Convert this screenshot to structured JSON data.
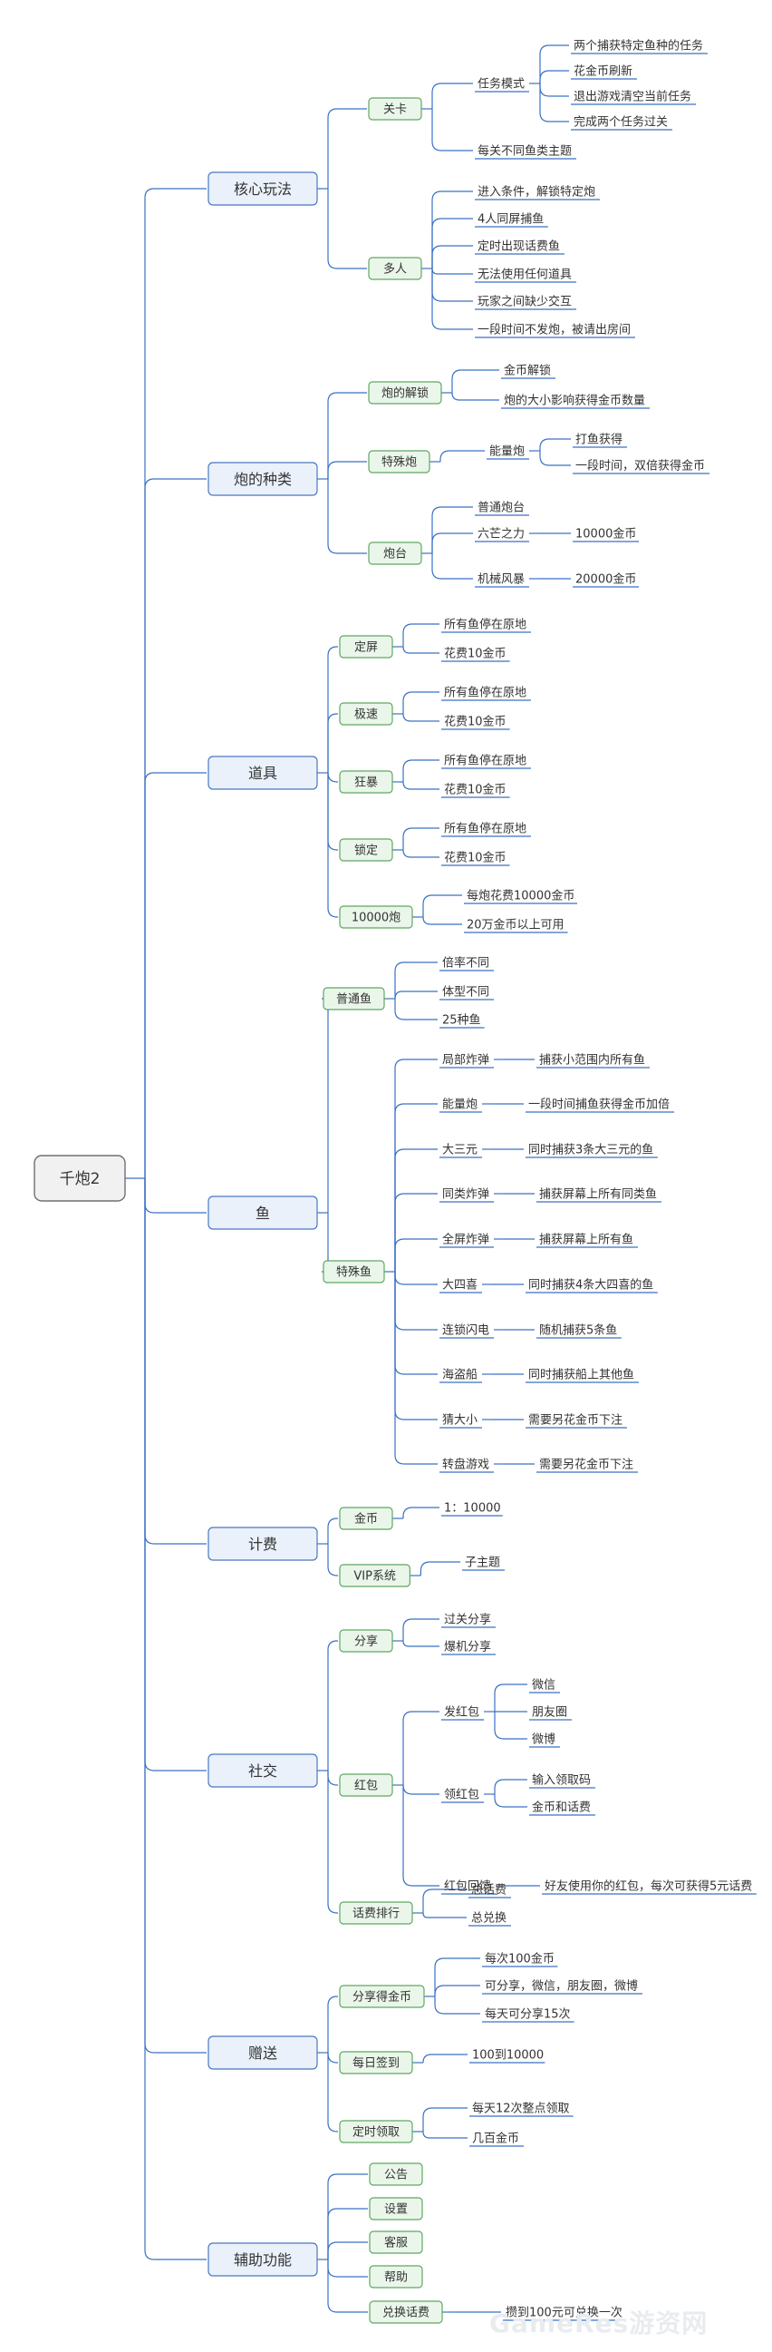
{
  "colors": {
    "line": "#3a72c4",
    "l1_fill": "#eaf1fb",
    "l1_border": "#4a78c0",
    "l2_fill": "#eaf6ea",
    "l2_border": "#5fa862",
    "root_fill": "#f1f1f1",
    "root_border": "#707070",
    "text": "#333333"
  },
  "watermark": "GameRes游资网",
  "root": {
    "label": "千炮2",
    "children": [
      {
        "label": "核心玩法",
        "children": [
          {
            "label": "关卡",
            "children": [
              {
                "label": "任务模式",
                "children": [
                  {
                    "label": "两个捕获特定鱼种的任务"
                  },
                  {
                    "label": "花金币刷新"
                  },
                  {
                    "label": "退出游戏清空当前任务"
                  },
                  {
                    "label": "完成两个任务过关"
                  }
                ]
              },
              {
                "label": "每关不同鱼类主题"
              }
            ]
          },
          {
            "label": "多人",
            "children": [
              {
                "label": "进入条件，解锁特定炮"
              },
              {
                "label": "4人同屏捕鱼"
              },
              {
                "label": "定时出现话费鱼"
              },
              {
                "label": "无法使用任何道具"
              },
              {
                "label": "玩家之间缺少交互"
              },
              {
                "label": "一段时间不发炮，被请出房间"
              }
            ]
          }
        ]
      },
      {
        "label": "炮的种类",
        "children": [
          {
            "label": "炮的解锁",
            "children": [
              {
                "label": "金币解锁"
              },
              {
                "label": "炮的大小影响获得金币数量"
              }
            ]
          },
          {
            "label": "特殊炮",
            "children": [
              {
                "label": "能量炮",
                "children": [
                  {
                    "label": "打鱼获得"
                  },
                  {
                    "label": "一段时间，双倍获得金币"
                  }
                ]
              }
            ]
          },
          {
            "label": "炮台",
            "children": [
              {
                "label": "普通炮台"
              },
              {
                "label": "六芒之力",
                "children": [
                  {
                    "label": "10000金币"
                  }
                ]
              },
              {
                "label": "机械风暴",
                "children": [
                  {
                    "label": "20000金币"
                  }
                ]
              }
            ]
          }
        ]
      },
      {
        "label": "道具",
        "children": [
          {
            "label": "定屏",
            "children": [
              {
                "label": "所有鱼停在原地"
              },
              {
                "label": "花费10金币"
              }
            ]
          },
          {
            "label": "极速",
            "children": [
              {
                "label": "所有鱼停在原地"
              },
              {
                "label": "花费10金币"
              }
            ]
          },
          {
            "label": "狂暴",
            "children": [
              {
                "label": "所有鱼停在原地"
              },
              {
                "label": "花费10金币"
              }
            ]
          },
          {
            "label": "锁定",
            "children": [
              {
                "label": "所有鱼停在原地"
              },
              {
                "label": "花费10金币"
              }
            ]
          },
          {
            "label": "10000炮",
            "children": [
              {
                "label": "每炮花费10000金币"
              },
              {
                "label": "20万金币以上可用"
              }
            ]
          }
        ]
      },
      {
        "label": "鱼",
        "children": [
          {
            "label": "普通鱼",
            "children": [
              {
                "label": "倍率不同"
              },
              {
                "label": "体型不同"
              },
              {
                "label": "25种鱼"
              }
            ]
          },
          {
            "label": "特殊鱼",
            "children": [
              {
                "label": "局部炸弹",
                "children": [
                  {
                    "label": "捕获小范围内所有鱼"
                  }
                ]
              },
              {
                "label": "能量炮",
                "children": [
                  {
                    "label": "一段时间捕鱼获得金币加倍"
                  }
                ]
              },
              {
                "label": "大三元",
                "children": [
                  {
                    "label": "同时捕获3条大三元的鱼"
                  }
                ]
              },
              {
                "label": "同类炸弹",
                "children": [
                  {
                    "label": "捕获屏幕上所有同类鱼"
                  }
                ]
              },
              {
                "label": "全屏炸弹",
                "children": [
                  {
                    "label": "捕获屏幕上所有鱼"
                  }
                ]
              },
              {
                "label": "大四喜",
                "children": [
                  {
                    "label": "同时捕获4条大四喜的鱼"
                  }
                ]
              },
              {
                "label": "连锁闪电",
                "children": [
                  {
                    "label": "随机捕获5条鱼"
                  }
                ]
              },
              {
                "label": "海盗船",
                "children": [
                  {
                    "label": "同时捕获船上其他鱼"
                  }
                ]
              },
              {
                "label": "猜大小",
                "children": [
                  {
                    "label": "需要另花金币下注"
                  }
                ]
              },
              {
                "label": "转盘游戏",
                "children": [
                  {
                    "label": "需要另花金币下注"
                  }
                ]
              }
            ]
          }
        ]
      },
      {
        "label": "计费",
        "children": [
          {
            "label": "金币",
            "children": [
              {
                "label": "1：10000"
              }
            ]
          },
          {
            "label": "VIP系统",
            "children": [
              {
                "label": "子主题"
              }
            ]
          }
        ]
      },
      {
        "label": "社交",
        "children": [
          {
            "label": "分享",
            "children": [
              {
                "label": "过关分享"
              },
              {
                "label": "爆机分享"
              }
            ]
          },
          {
            "label": "红包",
            "children": [
              {
                "label": "发红包",
                "children": [
                  {
                    "label": "微信"
                  },
                  {
                    "label": "朋友圈"
                  },
                  {
                    "label": "微博"
                  }
                ]
              },
              {
                "label": "领红包",
                "children": [
                  {
                    "label": "输入领取码"
                  },
                  {
                    "label": "金币和话费"
                  }
                ]
              },
              {
                "label": "红包回馈",
                "children": [
                  {
                    "label": "好友使用你的红包，每次可获得5元话费"
                  }
                ]
              }
            ]
          },
          {
            "label": "话费排行",
            "children": [
              {
                "label": "总话费"
              },
              {
                "label": "总兑换"
              }
            ]
          }
        ]
      },
      {
        "label": "赠送",
        "children": [
          {
            "label": "分享得金币",
            "children": [
              {
                "label": "每次100金币"
              },
              {
                "label": "可分享，微信，朋友圈，微博"
              },
              {
                "label": "每天可分享15次"
              }
            ]
          },
          {
            "label": "每日签到",
            "children": [
              {
                "label": "100到10000"
              }
            ]
          },
          {
            "label": "定时领取",
            "children": [
              {
                "label": "每天12次整点领取"
              },
              {
                "label": "几百金币"
              }
            ]
          }
        ]
      },
      {
        "label": "辅助功能",
        "children": [
          {
            "label": "公告"
          },
          {
            "label": "设置"
          },
          {
            "label": "客服"
          },
          {
            "label": "帮助"
          },
          {
            "label": "兑换话费",
            "children": [
              {
                "label": "攒到100元可兑换一次"
              }
            ]
          }
        ]
      }
    ]
  }
}
